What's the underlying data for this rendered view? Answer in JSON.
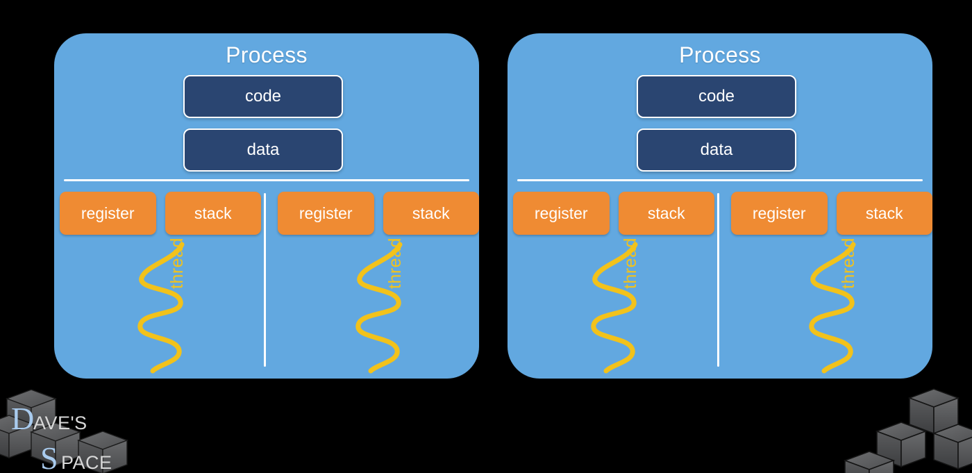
{
  "page": {
    "background_color": "#000000",
    "title": "Process and Thread Diagram"
  },
  "colors": {
    "process_fill": "#62a8e0",
    "segment_fill": "#2a4571",
    "segment_border": "#ffffff",
    "pill_fill": "#ef8b33",
    "thread_accent": "#f2c21b",
    "divider": "#ffffff",
    "logo_letter": "#a9cbee",
    "cube_gray": "#58595b"
  },
  "processes": [
    {
      "title": "Process",
      "segments": [
        {
          "label": "code"
        },
        {
          "label": "data"
        }
      ],
      "threads": [
        {
          "register_label": "register",
          "stack_label": "stack",
          "thread_label": "thread"
        },
        {
          "register_label": "register",
          "stack_label": "stack",
          "thread_label": "thread"
        }
      ]
    },
    {
      "title": "Process",
      "segments": [
        {
          "label": "code"
        },
        {
          "label": "data"
        }
      ],
      "threads": [
        {
          "register_label": "register",
          "stack_label": "stack",
          "thread_label": "thread"
        },
        {
          "register_label": "register",
          "stack_label": "stack",
          "thread_label": "thread"
        }
      ]
    }
  ],
  "watermark": {
    "line1_initial": "D",
    "line1_rest": "AVE'S",
    "line2_initial": "S",
    "line2_rest": "PACE"
  }
}
